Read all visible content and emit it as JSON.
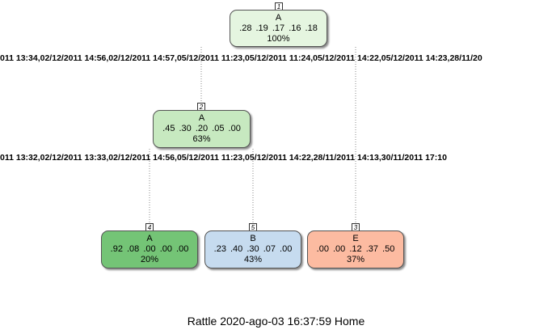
{
  "tree": {
    "nodes": [
      {
        "id": "1",
        "class": "A",
        "probs": ".28  .19  .17  .16  .18",
        "percent": "100%",
        "color": "#e5f5e0"
      },
      {
        "id": "2",
        "class": "A",
        "probs": ".45  .30  .20  .05  .00",
        "percent": "63%",
        "color": "#c7e9c0"
      },
      {
        "id": "4",
        "class": "A",
        "probs": ".92  .08  .00  .00  .00",
        "percent": "20%",
        "color": "#74c476"
      },
      {
        "id": "5",
        "class": "B",
        "probs": ".23  .40  .30  .07  .00",
        "percent": "43%",
        "color": "#c6dbef"
      },
      {
        "id": "3",
        "class": "E",
        "probs": ".00  .00  .12  .37  .50",
        "percent": "37%",
        "color": "#fcbba1"
      }
    ],
    "splits": [
      "011 13:34,02/12/2011 14:56,02/12/2011 14:57,05/12/2011 11:23,05/12/2011 11:24,05/12/2011 14:22,05/12/2011 14:23,28/11/20",
      "011 13:32,02/12/2011 13:33,02/12/2011 14:56,05/12/2011 11:23,05/12/2011 14:22,28/11/2011 14:13,30/11/2011 17:10"
    ]
  },
  "footer": "Rattle 2020-ago-03 16:37:59 Home"
}
